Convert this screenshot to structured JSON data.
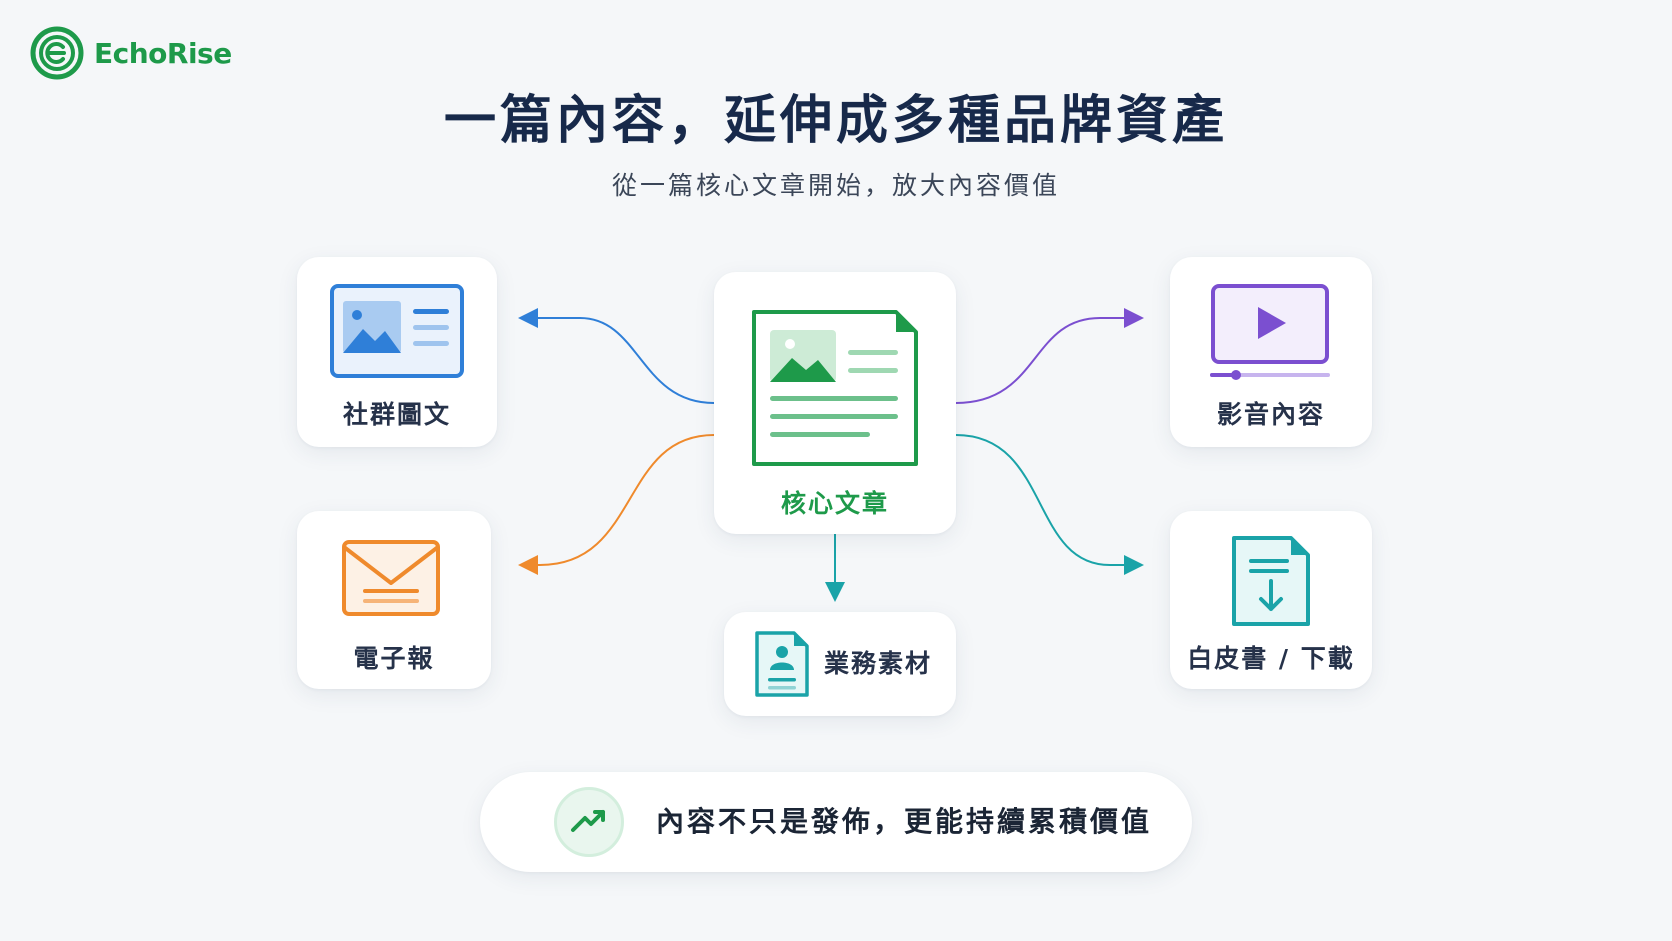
{
  "brand": {
    "name": "EchoRise",
    "color": "#1e9a4a"
  },
  "header": {
    "title": "一篇內容，延伸成多種品牌資產",
    "subtitle": "從一篇核心文章開始，放大內容價值"
  },
  "diagram": {
    "center": {
      "label": "核心文章",
      "icon": "article-document-icon",
      "color": "#1e9a4a"
    },
    "outputs": [
      {
        "id": "social",
        "label": "社群圖文",
        "icon": "image-post-icon",
        "color": "#2f7fd8"
      },
      {
        "id": "video",
        "label": "影音內容",
        "icon": "video-play-icon",
        "color": "#7b4fd0"
      },
      {
        "id": "newsletter",
        "label": "電子報",
        "icon": "envelope-icon",
        "color": "#ef8a2c"
      },
      {
        "id": "whitepaper",
        "label": "白皮書 / 下載",
        "icon": "download-document-icon",
        "color": "#1aa3a8"
      },
      {
        "id": "sales",
        "label": "業務素材",
        "icon": "profile-document-icon",
        "color": "#1aa3a8"
      }
    ]
  },
  "footer": {
    "message": "內容不只是發佈，更能持續累積價值",
    "icon": "trending-up-icon"
  }
}
